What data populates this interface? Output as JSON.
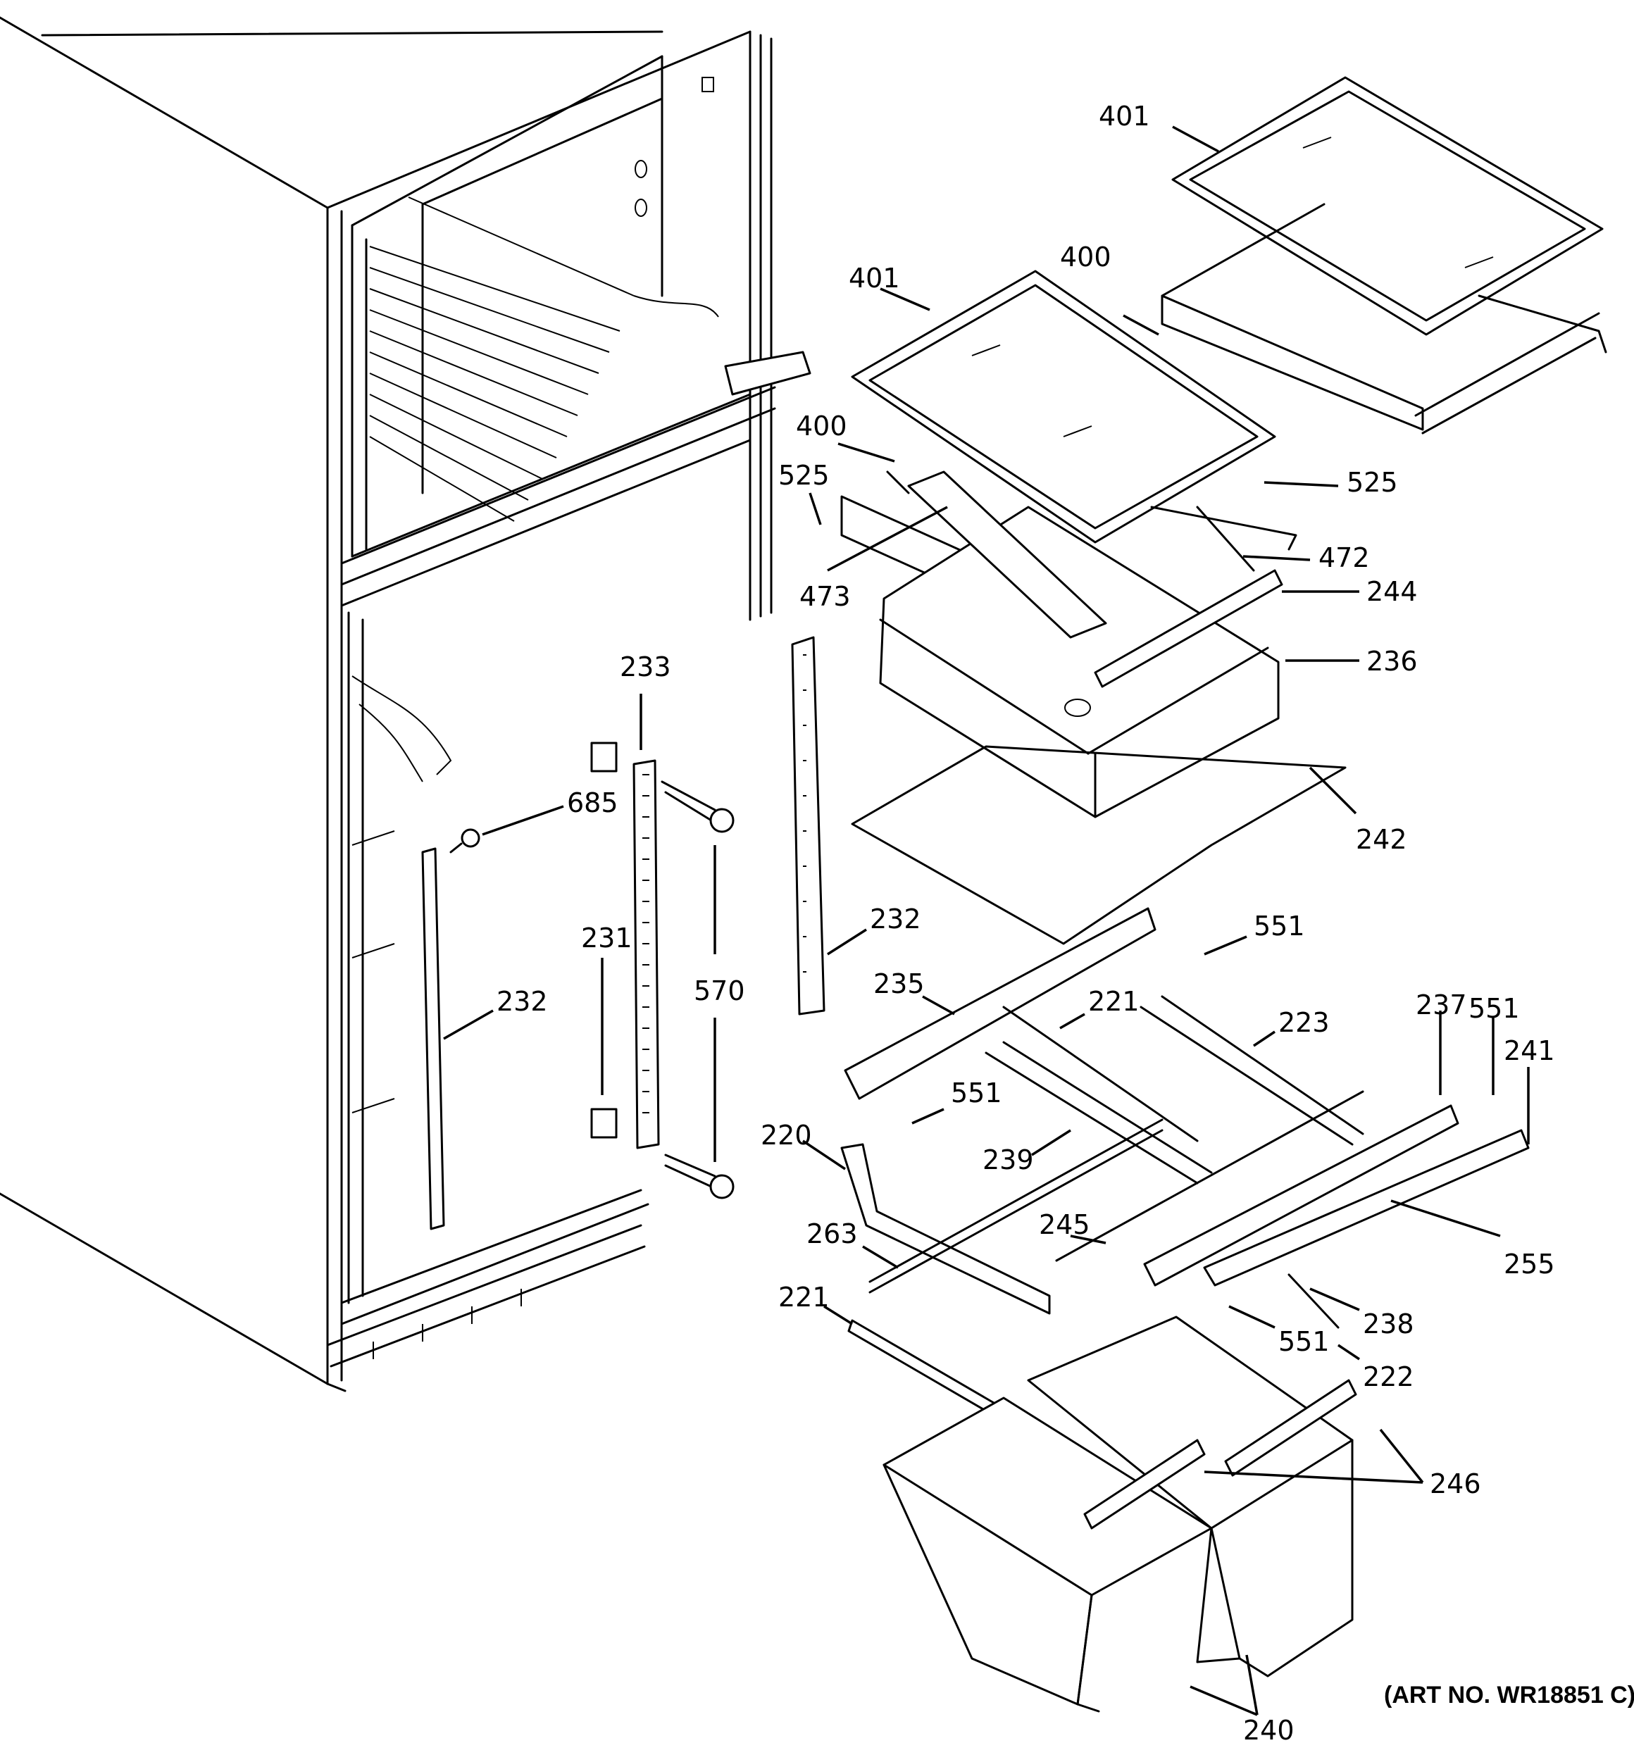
{
  "diagram": {
    "art_number": "(ART NO. WR18851 C)",
    "callouts": {
      "c401a": "401",
      "c401b": "401",
      "c400a": "400",
      "c400b": "400",
      "c525a": "525",
      "c525b": "525",
      "c472": "472",
      "c473": "473",
      "c244": "244",
      "c236": "236",
      "c242": "242",
      "c233": "233",
      "c685": "685",
      "c231": "231",
      "c570": "570",
      "c232a": "232",
      "c232b": "232",
      "c551a": "551",
      "c551b": "551",
      "c551c": "551",
      "c551d": "551",
      "c235": "235",
      "c221a": "221",
      "c221b": "221",
      "c223": "223",
      "c237": "237",
      "c241": "241",
      "c220": "220",
      "c239": "239",
      "c263": "263",
      "c245": "245",
      "c255": "255",
      "c238": "238",
      "c222": "222",
      "c246": "246",
      "c240": "240"
    }
  }
}
